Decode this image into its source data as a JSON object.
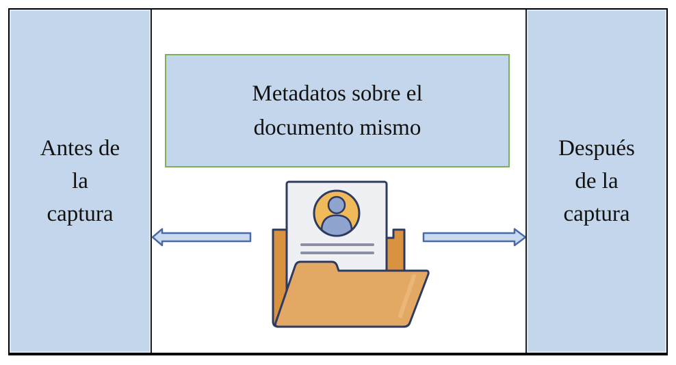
{
  "diagram": {
    "left_panel": {
      "label": "Antes de\nla\ncaptura"
    },
    "right_panel": {
      "label": "Después\nde la\ncaptura"
    },
    "center_box": {
      "label": "Metadatos sobre el\ndocumento mismo"
    },
    "center_icon": "folder-with-profile-document-icon",
    "arrows": [
      {
        "direction": "left",
        "points_to": "left_panel"
      },
      {
        "direction": "right",
        "points_to": "right_panel"
      }
    ],
    "colors": {
      "panel_fill": "#c3d6eb",
      "center_box_border": "#7eb157",
      "frame_border": "#000000",
      "arrow_fill": "#c9daf0",
      "arrow_stroke": "#4a6aa5",
      "folder_fill": "#e3a864",
      "folder_back": "#d9923f",
      "document_fill": "#eef0f4",
      "avatar_bg": "#f0b95a",
      "avatar_person": "#8fa4cf",
      "outline": "#2e3a60"
    }
  }
}
